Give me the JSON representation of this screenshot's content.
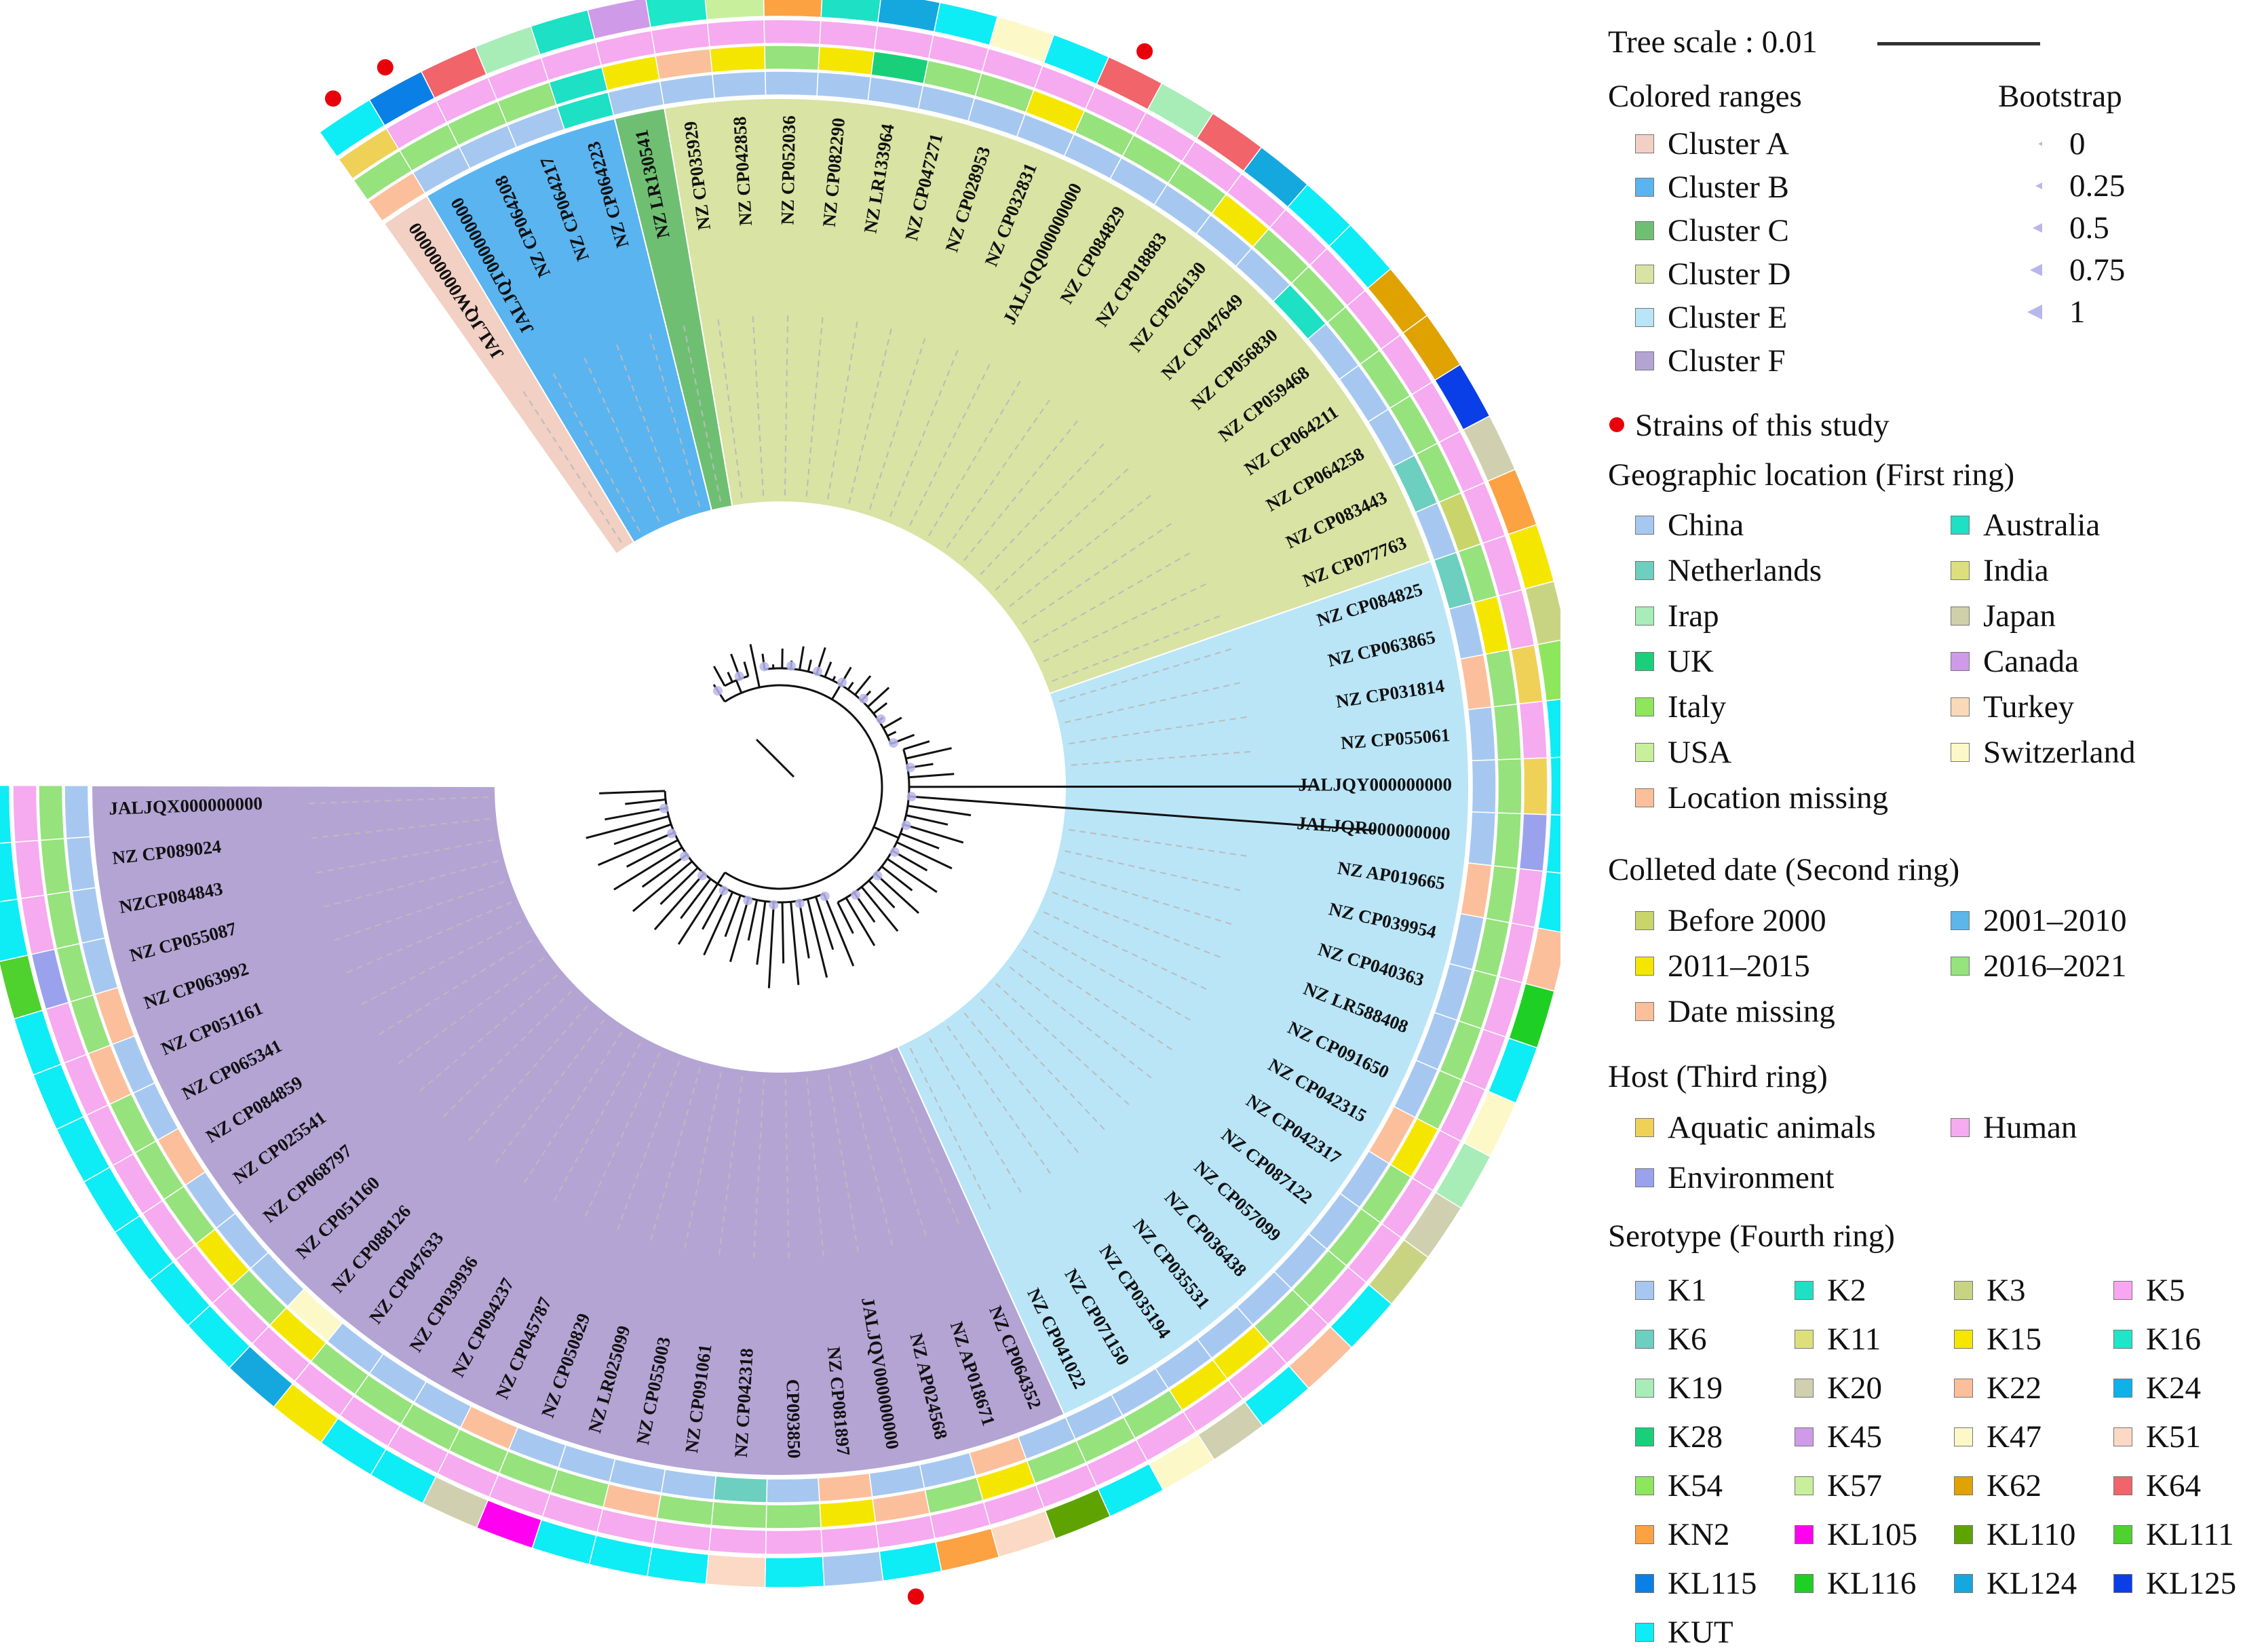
{
  "tree_scale": {
    "label": "Tree scale : 0.01"
  },
  "legend": {
    "colored_ranges": {
      "title": "Colored  ranges",
      "items": [
        {
          "label": "Cluster A",
          "color": "#f2d0c4"
        },
        {
          "label": "Cluster B",
          "color": "#5ab4f0"
        },
        {
          "label": "Cluster C",
          "color": "#6fbf73"
        },
        {
          "label": "Cluster D",
          "color": "#d9e3a3"
        },
        {
          "label": "Cluster E",
          "color": "#b9e5f7"
        },
        {
          "label": "Cluster F",
          "color": "#b4a4d4"
        }
      ]
    },
    "bootstrap": {
      "title": "Bootstrap",
      "items": [
        {
          "label": "0",
          "value": 0
        },
        {
          "label": "0.25",
          "value": 0.25
        },
        {
          "label": "0.5",
          "value": 0.5
        },
        {
          "label": "0.75",
          "value": 0.75
        },
        {
          "label": "1",
          "value": 1
        }
      ]
    },
    "study_strains": {
      "label": "Strains of this study",
      "color": "#e8000b"
    },
    "geographic": {
      "title": "Geographic location (First ring)",
      "items": [
        {
          "label": "China",
          "color": "#a6c8f0"
        },
        {
          "label": "Australia",
          "color": "#1de0c4"
        },
        {
          "label": "Netherlands",
          "color": "#6ccfbf"
        },
        {
          "label": "India",
          "color": "#dde07a"
        },
        {
          "label": "Irap",
          "color": "#a8ecb8"
        },
        {
          "label": "Japan",
          "color": "#cfcfaa"
        },
        {
          "label": "UK",
          "color": "#19cf7a"
        },
        {
          "label": "Canada",
          "color": "#cf9ae8"
        },
        {
          "label": "Italy",
          "color": "#8ee65c"
        },
        {
          "label": "Turkey",
          "color": "#f9d9b8"
        },
        {
          "label": "USA",
          "color": "#c7ef9c"
        },
        {
          "label": "Switzerland",
          "color": "#fdf8c8"
        },
        {
          "label": "Location missing",
          "color": "#fcbf9b"
        }
      ]
    },
    "date": {
      "title": "Colleted date (Second ring)",
      "items": [
        {
          "label": "Before 2000",
          "color": "#c9d46b"
        },
        {
          "label": "2001–2010",
          "color": "#5cb6e8"
        },
        {
          "label": "2011–2015",
          "color": "#f5e600"
        },
        {
          "label": "2016–2021",
          "color": "#96e27d"
        },
        {
          "label": "Date missing",
          "color": "#fcbf9b"
        }
      ]
    },
    "host": {
      "title": "Host (Third ring)",
      "items": [
        {
          "label": "Aquatic animals",
          "color": "#f0d158"
        },
        {
          "label": "Human",
          "color": "#f6aaef"
        },
        {
          "label": "Environment",
          "color": "#9aa2ee"
        }
      ]
    },
    "serotype": {
      "title": "Serotype (Fourth ring)",
      "items": [
        {
          "label": "K1",
          "color": "#a6c8f0"
        },
        {
          "label": "K2",
          "color": "#1de0c4"
        },
        {
          "label": "K3",
          "color": "#c9d483"
        },
        {
          "label": "K5",
          "color": "#f9a6f2"
        },
        {
          "label": "K6",
          "color": "#6ccfbf"
        },
        {
          "label": "K11",
          "color": "#dde07a"
        },
        {
          "label": "K15",
          "color": "#f5e600"
        },
        {
          "label": "K16",
          "color": "#1ee6c8"
        },
        {
          "label": "K19",
          "color": "#a8ecb8"
        },
        {
          "label": "K20",
          "color": "#d0d0b0"
        },
        {
          "label": "K22",
          "color": "#fcbf9b"
        },
        {
          "label": "K24",
          "color": "#0eb2e6"
        },
        {
          "label": "K28",
          "color": "#19cf7a"
        },
        {
          "label": "K45",
          "color": "#cf9ae8"
        },
        {
          "label": "K47",
          "color": "#fdf8c8"
        },
        {
          "label": "K51",
          "color": "#fbd9c4"
        },
        {
          "label": "K54",
          "color": "#8ee65c"
        },
        {
          "label": "K57",
          "color": "#c7ef9c"
        },
        {
          "label": "K62",
          "color": "#e0a200"
        },
        {
          "label": "K64",
          "color": "#f0646a"
        },
        {
          "label": "KN2",
          "color": "#fca242"
        },
        {
          "label": "KL105",
          "color": "#ff00f0"
        },
        {
          "label": "KL110",
          "color": "#5ea300"
        },
        {
          "label": "KL111",
          "color": "#4fd12e"
        },
        {
          "label": "KL115",
          "color": "#0a7fe6"
        },
        {
          "label": "KL116",
          "color": "#1ecf24"
        },
        {
          "label": "KL124",
          "color": "#14a8df"
        },
        {
          "label": "KL125",
          "color": "#0a3ee6"
        },
        {
          "label": "KUT",
          "color": "#0eecf5"
        }
      ]
    }
  },
  "tree": {
    "leaves": [
      {
        "name": "JALJQW000000000",
        "cluster": "A"
      },
      {
        "name": "JALJQT000000000",
        "cluster": "B"
      },
      {
        "name": "NZ CP064208",
        "cluster": "B"
      },
      {
        "name": "NZ CP064217",
        "cluster": "B"
      },
      {
        "name": "NZ CP064223",
        "cluster": "B"
      },
      {
        "name": "NZ LR130541",
        "cluster": "C"
      },
      {
        "name": "NZ CP035929",
        "cluster": "D"
      },
      {
        "name": "NZ CP042858",
        "cluster": "D"
      },
      {
        "name": "NZ CP052036",
        "cluster": "D"
      },
      {
        "name": "NZ CP082290",
        "cluster": "D"
      },
      {
        "name": "NZ LR133964",
        "cluster": "D"
      },
      {
        "name": "NZ CP047271",
        "cluster": "D"
      },
      {
        "name": "NZ CP028953",
        "cluster": "D"
      },
      {
        "name": "NZ CP032831",
        "cluster": "D"
      },
      {
        "name": "JALJQQ000000000",
        "cluster": "D"
      },
      {
        "name": "NZ CP084829",
        "cluster": "D"
      },
      {
        "name": "NZ CP018883",
        "cluster": "D"
      },
      {
        "name": "NZ CP026130",
        "cluster": "D"
      },
      {
        "name": "NZ CP047649",
        "cluster": "D"
      },
      {
        "name": "NZ CP056830",
        "cluster": "D"
      },
      {
        "name": "NZ CP059468",
        "cluster": "D"
      },
      {
        "name": "NZ CP064211",
        "cluster": "D"
      },
      {
        "name": "NZ CP064258",
        "cluster": "D"
      },
      {
        "name": "NZ CP083443",
        "cluster": "D"
      },
      {
        "name": "NZ CP077763",
        "cluster": "D"
      },
      {
        "name": "NZ CP084825",
        "cluster": "E"
      },
      {
        "name": "NZ CP063865",
        "cluster": "E"
      },
      {
        "name": "NZ CP031814",
        "cluster": "E"
      },
      {
        "name": "NZ CP055061",
        "cluster": "E"
      },
      {
        "name": "JALJQY000000000",
        "cluster": "E"
      },
      {
        "name": "JALJQR000000000",
        "cluster": "E"
      },
      {
        "name": "NZ AP019665",
        "cluster": "E"
      },
      {
        "name": "NZ CP039954",
        "cluster": "E"
      },
      {
        "name": "NZ CP040363",
        "cluster": "E"
      },
      {
        "name": "NZ LR588408",
        "cluster": "E"
      },
      {
        "name": "NZ CP091650",
        "cluster": "E"
      },
      {
        "name": "NZ CP042315",
        "cluster": "E"
      },
      {
        "name": "NZ CP042317",
        "cluster": "E"
      },
      {
        "name": "NZ CP087122",
        "cluster": "E"
      },
      {
        "name": "NZ CP057099",
        "cluster": "E"
      },
      {
        "name": "NZ CP036438",
        "cluster": "E"
      },
      {
        "name": "NZ CP035531",
        "cluster": "E"
      },
      {
        "name": "NZ CP035194",
        "cluster": "E"
      },
      {
        "name": "NZ CP071150",
        "cluster": "E"
      },
      {
        "name": "NZ CP041022",
        "cluster": "E"
      },
      {
        "name": "NZ CP064352",
        "cluster": "F"
      },
      {
        "name": "NZ AP018671",
        "cluster": "F"
      },
      {
        "name": "NZ AP024568",
        "cluster": "F"
      },
      {
        "name": "JALJQV000000000",
        "cluster": "F"
      },
      {
        "name": "NZ CP081897",
        "cluster": "F"
      },
      {
        "name": "CP093850",
        "cluster": "F"
      },
      {
        "name": "NZ CP042318",
        "cluster": "F"
      },
      {
        "name": "NZ CP091061",
        "cluster": "F"
      },
      {
        "name": "NZ CP055003",
        "cluster": "F"
      },
      {
        "name": "NZ LR025099",
        "cluster": "F"
      },
      {
        "name": "NZ CP050829",
        "cluster": "F"
      },
      {
        "name": "NZ CP045787",
        "cluster": "F"
      },
      {
        "name": "NZ CP094237",
        "cluster": "F"
      },
      {
        "name": "NZ CP039936",
        "cluster": "F"
      },
      {
        "name": "NZ CP047633",
        "cluster": "F"
      },
      {
        "name": "NZ CP088126",
        "cluster": "F"
      },
      {
        "name": "NZ CP051160",
        "cluster": "F"
      },
      {
        "name": "NZ CP068797",
        "cluster": "F"
      },
      {
        "name": "NZ CP025541",
        "cluster": "F"
      },
      {
        "name": "NZ CP084859",
        "cluster": "F"
      },
      {
        "name": "NZ CP065341",
        "cluster": "F"
      },
      {
        "name": "NZ CP051161",
        "cluster": "F"
      },
      {
        "name": "NZ CP063992",
        "cluster": "F"
      },
      {
        "name": "NZ CP055087",
        "cluster": "F"
      },
      {
        "name": "NZCP084843",
        "cluster": "F"
      },
      {
        "name": "NZ CP089024",
        "cluster": "F"
      },
      {
        "name": "JALJQX000000000",
        "cluster": "F"
      }
    ],
    "study_strains": [
      "JALJQW000000000",
      "JALJQT000000000",
      "JALJQQ000000000",
      "JALJQY000000000",
      "JALJQR000000000",
      "JALJQV000000000",
      "JALJQX000000000"
    ],
    "rings": {
      "geographic": [
        "Location missing",
        "China",
        "China",
        "China",
        "Australia",
        "China",
        "China",
        "China",
        "China",
        "China",
        "China",
        "China",
        "China",
        "China",
        "China",
        "China",
        "China",
        "China",
        "China",
        "Australia",
        "China",
        "China",
        "China",
        "Netherlands",
        "China",
        "Netherlands",
        "China",
        "Location missing",
        "China",
        "China",
        "China",
        "Location missing",
        "China",
        "China",
        "China",
        "China",
        "Location missing",
        "China",
        "China",
        "China",
        "China",
        "China",
        "China",
        "China",
        "China",
        "China",
        "Location missing",
        "China",
        "China",
        "Location missing",
        "China",
        "Netherlands",
        "China",
        "China",
        "China",
        "China",
        "Location missing",
        "China",
        "China",
        "China",
        "Switzerland",
        "China",
        "China",
        "China",
        "Location missing",
        "China",
        "China",
        "Location missing",
        "China",
        "China",
        "China",
        "China"
      ],
      "date": [
        "2016–2021",
        "2016–2021",
        "2016–2021",
        "2016–2021",
        "Australia",
        "2011–2015",
        "Date missing",
        "2011–2015",
        "2016–2021",
        "2011–2015",
        "UK",
        "2016–2021",
        "2016–2021",
        "2011–2015",
        "2016–2021",
        "2016–2021",
        "2016–2021",
        "2011–2015",
        "2016–2021",
        "2016–2021",
        "2016–2021",
        "2016–2021",
        "2016–2021",
        "2016–2021",
        "Before 2000",
        "2016–2021",
        "2011–2015",
        "2016–2021",
        "2016–2021",
        "2016–2021",
        "2016–2021",
        "2016–2021",
        "2016–2021",
        "2016–2021",
        "2016–2021",
        "2016–2021",
        "2011–2015",
        "2016–2021",
        "2016–2021",
        "2016–2021",
        "2016–2021",
        "2011–2015",
        "2011–2015",
        "2016–2021",
        "2016–2021",
        "2016–2021",
        "2011–2015",
        "2016–2021",
        "Date missing",
        "2011–2015",
        "2016–2021",
        "2016–2021",
        "2016–2021",
        "Date missing",
        "2016–2021",
        "2016–2021",
        "2016–2021",
        "2016–2021",
        "2016–2021",
        "2016–2021",
        "2011–2015",
        "2016–2021",
        "2011–2015",
        "2016–2021",
        "2016–2021",
        "2016–2021",
        "Date missing",
        "2016–2021",
        "2016–2021",
        "2016–2021",
        "2016–2021",
        "2016–2021"
      ],
      "host": [
        "Aquatic animals",
        "Human",
        "Human",
        "Human",
        "Human",
        "Human",
        "Human",
        "Human",
        "Human",
        "Human",
        "Human",
        "Human",
        "Human",
        "Human",
        "Human",
        "Human",
        "Human",
        "Human",
        "Human",
        "Human",
        "Human",
        "Human",
        "Human",
        "Human",
        "Human",
        "Human",
        "Human",
        "Aquatic animals",
        "Human",
        "Aquatic animals",
        "Environment",
        "Human",
        "Human",
        "Human",
        "Human",
        "Human",
        "Human",
        "Human",
        "Human",
        "Human",
        "Human",
        "Human",
        "Human",
        "Human",
        "Human",
        "Human",
        "Human",
        "Human",
        "Human",
        "Human",
        "Human",
        "Human",
        "Human",
        "Human",
        "Human",
        "Human",
        "Human",
        "Human",
        "Human",
        "Human",
        "Human",
        "Human",
        "Human",
        "Human",
        "Human",
        "Human",
        "Human",
        "Human",
        "Environment",
        "Human",
        "Human",
        "Human"
      ],
      "serotype": [
        "KUT",
        "KL115",
        "K64",
        "K19",
        "K2",
        "K45",
        "K16",
        "K57",
        "KN2",
        "K2",
        "KL124",
        "KUT",
        "K47",
        "KUT",
        "K64",
        "K19",
        "K64",
        "KL124",
        "KUT",
        "KUT",
        "K62",
        "K62",
        "KL125",
        "K20",
        "KN2",
        "K15",
        "K3",
        "K54",
        "KUT",
        "KUT",
        "KUT",
        "KUT",
        "K22",
        "KL116",
        "KUT",
        "K47",
        "K19",
        "K20",
        "K3",
        "KUT",
        "K22",
        "KUT",
        "K20",
        "K47",
        "KUT",
        "KL110",
        "K51",
        "KN2",
        "KUT",
        "K1",
        "KUT",
        "K51",
        "KUT",
        "KUT",
        "KUT",
        "KL105",
        "K20",
        "KUT",
        "KUT",
        "K15",
        "KL124",
        "KUT",
        "KUT",
        "KUT",
        "KUT",
        "KUT",
        "KUT",
        "KUT",
        "KL111",
        "KUT",
        "KUT",
        "KUT"
      ]
    }
  }
}
